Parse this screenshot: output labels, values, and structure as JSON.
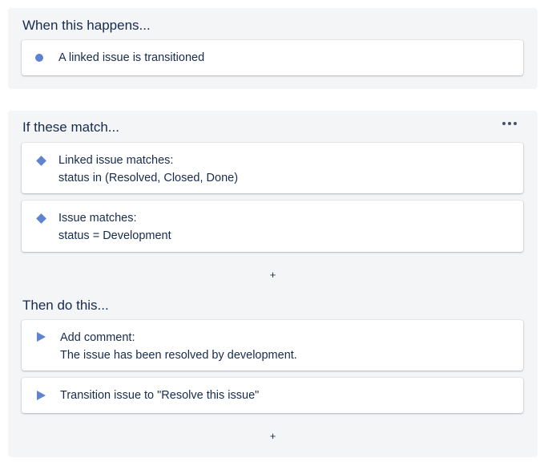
{
  "trigger": {
    "title": "When this happens...",
    "item": {
      "icon": "dot-icon",
      "label": "A linked issue is transitioned"
    }
  },
  "conditions": {
    "title": "If these match...",
    "more_icon": "more-horizontal-icon",
    "items": [
      {
        "icon": "diamond-icon",
        "line1": "Linked issue matches:",
        "line2": "status in (Resolved, Closed, Done)"
      },
      {
        "icon": "diamond-icon",
        "line1": "Issue matches:",
        "line2": "status = Development"
      }
    ],
    "add_label": "+"
  },
  "actions": {
    "title": "Then do this...",
    "items": [
      {
        "icon": "play-icon",
        "line1": "Add comment:",
        "line2": "The issue has been resolved by development."
      },
      {
        "icon": "play-icon",
        "line1": "Transition issue to \"Resolve this issue\""
      }
    ],
    "add_label": "+"
  },
  "colors": {
    "icon_accent": "#5e83d0",
    "panel_bg": "#f4f5f7",
    "text": "#172b4d"
  }
}
